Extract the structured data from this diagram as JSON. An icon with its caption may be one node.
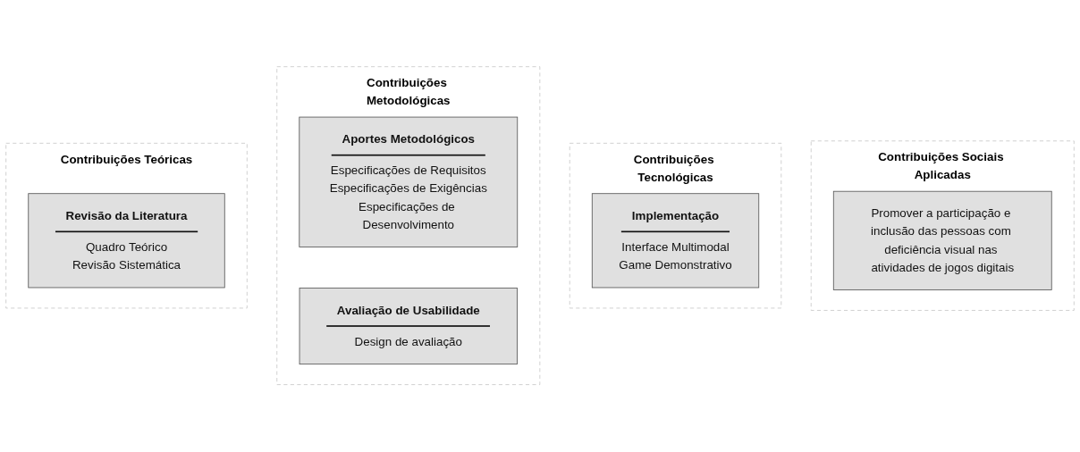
{
  "diagram": {
    "nodes": [
      {
        "text": [
          "Contribuições Teóricas"
        ]
      },
      {
        "text": [
          "Revisão da Literatura",
          "Quadro Teórico",
          "Revisão Sistemática"
        ],
        "in": 0
      },
      {
        "text": [
          "Contribuições Metodológicas"
        ]
      },
      {
        "text": [
          "Aportes Metodológicos",
          "Especificações de Requisitos",
          "Especificações de Exigências",
          "Especificações de Desenvolvimento"
        ],
        "in": 2
      },
      {
        "text": [
          "Avaliação de Usabilidade",
          "Design de avaliação"
        ],
        "in": 2
      },
      {
        "text": [
          "Contribuições Tecnológicas"
        ]
      },
      {
        "text": [
          "Implementação",
          "Interface Multimodal",
          "Game Demonstrativo"
        ],
        "in": 5
      },
      {
        "text": [
          "Contribuições Sociais Aplicadas"
        ]
      },
      {
        "text": [
          "Promover a participação e inclusão das pessoas com deficiência visual nas atividades de jogos digitais"
        ],
        "in": 7
      }
    ]
  }
}
